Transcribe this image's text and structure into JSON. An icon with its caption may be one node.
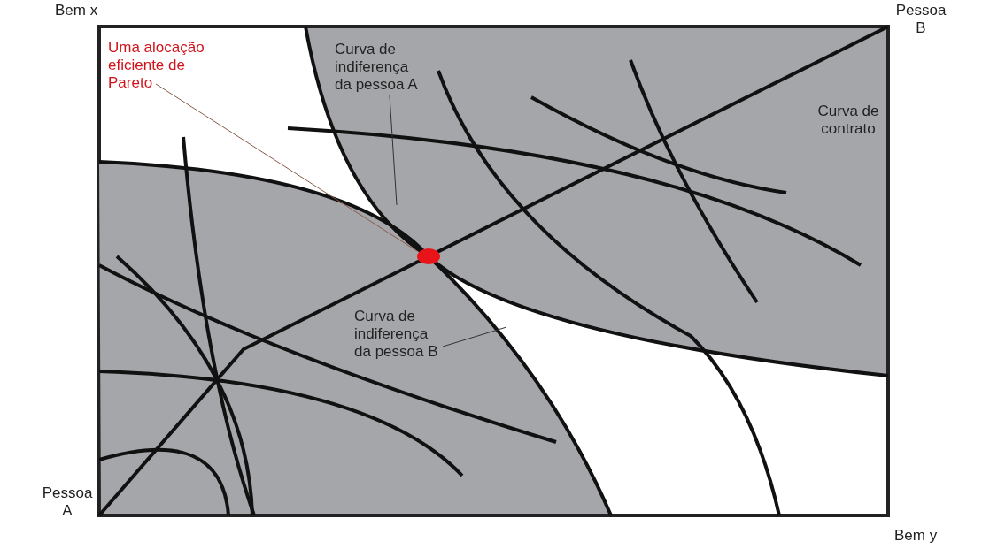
{
  "diagram": {
    "nodes": [
      {
        "text": [
          "Uma alocação eficiente de Pareto"
        ]
      },
      {
        "text": [],
        "shape": "circle"
      },
      {
        "text": [
          "Curva de indiferença da pessoa A"
        ]
      },
      {
        "text": [
          "Curva de indiferença da pessoa B"
        ]
      }
    ],
    "edges": [
      {
        "from": 0,
        "to": 1,
        "arrow": "none"
      },
      {
        "from": 2,
        "to": null,
        "arrow": "none"
      },
      {
        "from": 3,
        "to": null,
        "arrow": "none"
      }
    ],
    "labels": [
      "Bem x",
      "Pessoa B",
      "Curva de contrato",
      "Pessoa A",
      "Bem y"
    ]
  }
}
